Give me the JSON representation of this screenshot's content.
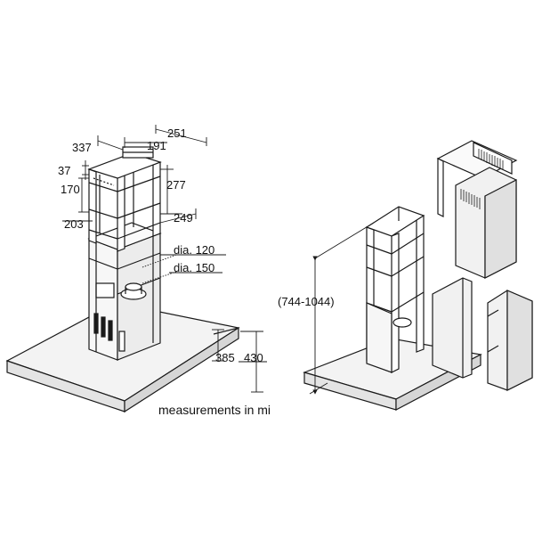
{
  "dimensions": {
    "d337": "337",
    "d191": "191",
    "d251": "251",
    "d37": "37",
    "d170": "170",
    "d277": "277",
    "d203": "203",
    "d249": "249",
    "dia120": "dia. 120",
    "dia150": "dia. 150",
    "d385": "385",
    "d430": "430",
    "range": "(744-1044)"
  },
  "caption": "measurements in mi",
  "colors": {
    "stroke": "#1a1a1a",
    "panel": "#f2f2f2",
    "shade": "#dedede",
    "vent": "#3a3a3a"
  }
}
